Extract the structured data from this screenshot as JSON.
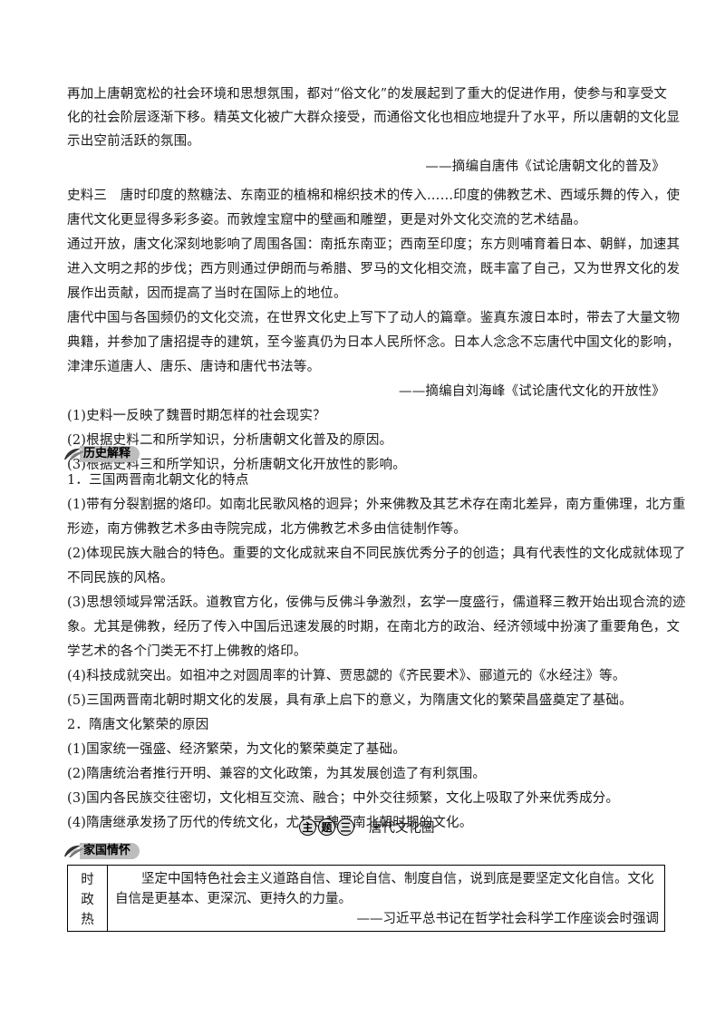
{
  "paragraphs": [
    "再加上唐朝宽松的社会环境和思想氛围，都对“俗文化”的发展起到了重大的促进作用，使参与和享受文",
    "化的社会阶层逐渐下移。精英文化被广大群众接受，而通俗文化也相应地提升了水平，所以唐朝的文化显",
    "示出空前活跃的氛围。",
    "——摘编自唐伟《试论唐朝文化的普及》",
    "史料三　唐时印度的熬糖法、东南亚的植棉和棉织技术的传入……印度的佛教艺术、西域乐舞的传入，使",
    "唐代文化更显得多彩多姿。而敦煌宝窟中的壁画和雕塑，更是对外文化交流的艺术结晶。",
    "通过开放，唐文化深刻地影响了周围各国：南抵东南亚；西南至印度；东方则哺育着日本、朝鲜，加速其",
    "进入文明之邦的步伐；西方则通过伊朗而与希腊、罗马的文化相交流，既丰富了自己，又为世界文化的发",
    "展作出贡献，因而提高了当时在国际上的地位。",
    "唐代中国与各国频仍的文化交流，在世界文化史上写下了动人的篇章。鉴真东渡日本时，带去了大量文物",
    "典籍，并参加了唐招提寺的建筑，至今鉴真仍为日本人民所怀念。日本人念念不忘唐代中国文化的影响，",
    "津津乐道唐人、唐乐、唐诗和唐代书法等。",
    "——摘编自刘海峰《试论唐代文化的开放性》",
    "(1)史料一反映了魏晋时期怎样的社会现实？",
    "(2)根据史料二和所学知识，分析唐朝文化普及的原因。",
    "(3)根据史料三和所学知识，分析唐朝文化开放性的影响。"
  ],
  "section_history": {
    "label": "历史解释",
    "lines": [
      "1．三国两晋南北朝文化的特点",
      "(1)带有分裂割据的烙印。如南北民歌风格的迥异；外来佛教及其艺术存在南北差异，南方重佛理，北方重",
      "形迹，南方佛教艺术多由寺院完成，北方佛教艺术多由信徒制作等。",
      "(2)体现民族大融合的特色。重要的文化成就来自不同民族优秀分子的创造；具有代表性的文化成就体现了",
      "不同民族的风格。",
      "(3)思想领域异常活跃。道教官方化，佞佛与反佛斗争激烈，玄学一度盛行，儒道释三教开始出现合流的迹",
      "象。尤其是佛教，经历了传入中国后迅速发展的时期，在南北方的政治、经济领域中扮演了重要角色，文",
      "学艺术的各个门类无不打上佛教的烙印。",
      "(4)科技成就突出。如祖冲之对圆周率的计算、贾思勰的《齐民要术》、郦道元的《水经注》等。",
      "(5)三国两晋南北朝时期文化的发展，具有承上启下的意义，为隋唐文化的繁荣昌盛奠定了基础。",
      "2．隋唐文化繁荣的原因",
      "(1)国家统一强盛、经济繁荣，为文化的繁荣奠定了基础。",
      "(2)隋唐统治者推行开明、兼容的文化政策，为其发展创造了有利氛围。",
      "(3)国内各民族交往密切，文化相互交流、融合；中外交往频繁，文化上吸取了外来优秀成分。",
      "(4)隋唐继承发扬了历代的传统文化，尤其是魏晋南北朝时期的文化。"
    ]
  },
  "topic": {
    "marks": [
      "主",
      "题",
      "三"
    ],
    "title": "唐代文化圈"
  },
  "section_homeland": {
    "label": "家国情怀",
    "side_chars": [
      "时",
      "政",
      "热"
    ],
    "body": "坚定中国特色社会主义道路自信、理论自信、制度自信，说到底是要坚定文化自信。文化自信是更基本、更深沉、更持久的力量。",
    "source": "——习近平总书记在哲学社会科学工作座谈会时强调"
  }
}
